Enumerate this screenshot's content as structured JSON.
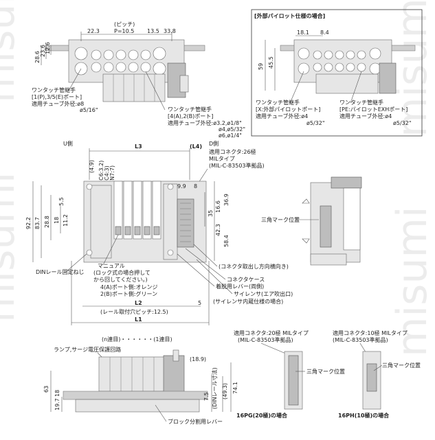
{
  "external_pilot_title": "[外部パイロット仕様の場合]",
  "top_dims": {
    "pitch_label": "(ピッチ)",
    "pitch_value": "P=10.5",
    "d22_3": "22.3",
    "d13_5": "13.5",
    "d33_8": "33.8",
    "d28_6": "28.6",
    "d23_6": "23.6",
    "d12_6": "12.6"
  },
  "ext_dims": {
    "d18_1": "18.1",
    "d8_4": "8.4",
    "d59": "59",
    "d45_5": "45.5"
  },
  "callouts_top": {
    "one_touch_a": "ワンタッチ管継手",
    "port_p_e": "[1(P),3/5(E)ポート]",
    "tube_a": "適用チューブ外径:ø8",
    "tube_a2": "ø5/16\"",
    "one_touch_b": "ワンタッチ管継手",
    "port_ab": "[4(A),2(B)ポート]",
    "tube_b": "適用チューブ外径:ø3.2,ø1/8\"",
    "tube_b2": "ø4,ø5/32\"",
    "tube_b3": "ø6,ø1/4\""
  },
  "callouts_ext": {
    "one_touch_a": "ワンタッチ管継手",
    "port_x": "[X:外部パイロットポート]",
    "tube_x": "適用チューブ外径:ø4",
    "tube_x2": "ø5/32\"",
    "one_touch_b": "ワンタッチ管継手",
    "port_pe": "[PE:パイロットEXHポート]",
    "tube_pe": "適用チューブ外径:ø4",
    "tube_pe2": "ø5/32\""
  },
  "main_view": {
    "u_side": "U側",
    "d_side": "D側",
    "l3": "L3",
    "l4": "(L4)",
    "connector": "適用コネクタ:26極",
    "mil_type": "MILタイプ",
    "mil_std": "(MIL-C-83503準拠品)",
    "d4_9": "(4.9)",
    "c6": "(C6:3.2)",
    "c4": "(C4:3)",
    "c_n77": "(N7:7)",
    "d5_5": "5.5",
    "d9_9": "9.9",
    "d8": "8",
    "d36_9": "36.9",
    "d35": "35",
    "d16_6": "16.6",
    "d42_3": "42.3",
    "d58_4": "58.4",
    "d92_2": "92.2",
    "d83_7": "83.7",
    "d28_8": "28.8",
    "d18": "18",
    "d11_2": "11.2",
    "din_screw": "DINレール固定ねじ",
    "manual": "マニュアル",
    "manual_note1": "(ロック式の場合押して",
    "manual_note2": "から回してください。)",
    "port4": "4(A)ポート側:オレンジ",
    "port2": "2(B)ポート側:グリーン",
    "connector_dir": "(コネクタ取出し方向横向き)",
    "connector_case": "コネクタケース",
    "lever": "着脱用レバー(両側)",
    "silencer": "サイレンサ(エア吹出口)",
    "silencer_builtin": "(サイレンサ内蔵仕様の場合)",
    "l2": "L2",
    "din_pitch": "(レール取付穴ピッチ:12.5)",
    "l1": "L1",
    "d5": "5",
    "triangle_mark": "三角マーク位置"
  },
  "bottom_view": {
    "station_order": "(n連目)・・・・・・(1連目)",
    "lamp": "ランプ,サージ電圧保護回路",
    "d18_9": "(18.9)",
    "d7_5": "7.5",
    "din_rail": "(DINレール寸法)",
    "d49_3": "(49.3)",
    "d74_1": "74.1",
    "d63": "63",
    "d19_7": "19.7",
    "block_lever": "ブロック分割用レバー"
  },
  "connector_20": {
    "conn": "適用コネクタ:20極 MILタイプ",
    "std": "(MIL-C-83503準拠品)",
    "mark": "三角マーク位置",
    "caption": "16PG(20極)の場合"
  },
  "connector_10": {
    "conn": "適用コネクタ:10極 MILタイプ",
    "std": "(MIL-C-83503準拠品)",
    "mark": "三角マーク位置",
    "caption": "16PH(10極)の場合"
  },
  "watermark": "misumi"
}
